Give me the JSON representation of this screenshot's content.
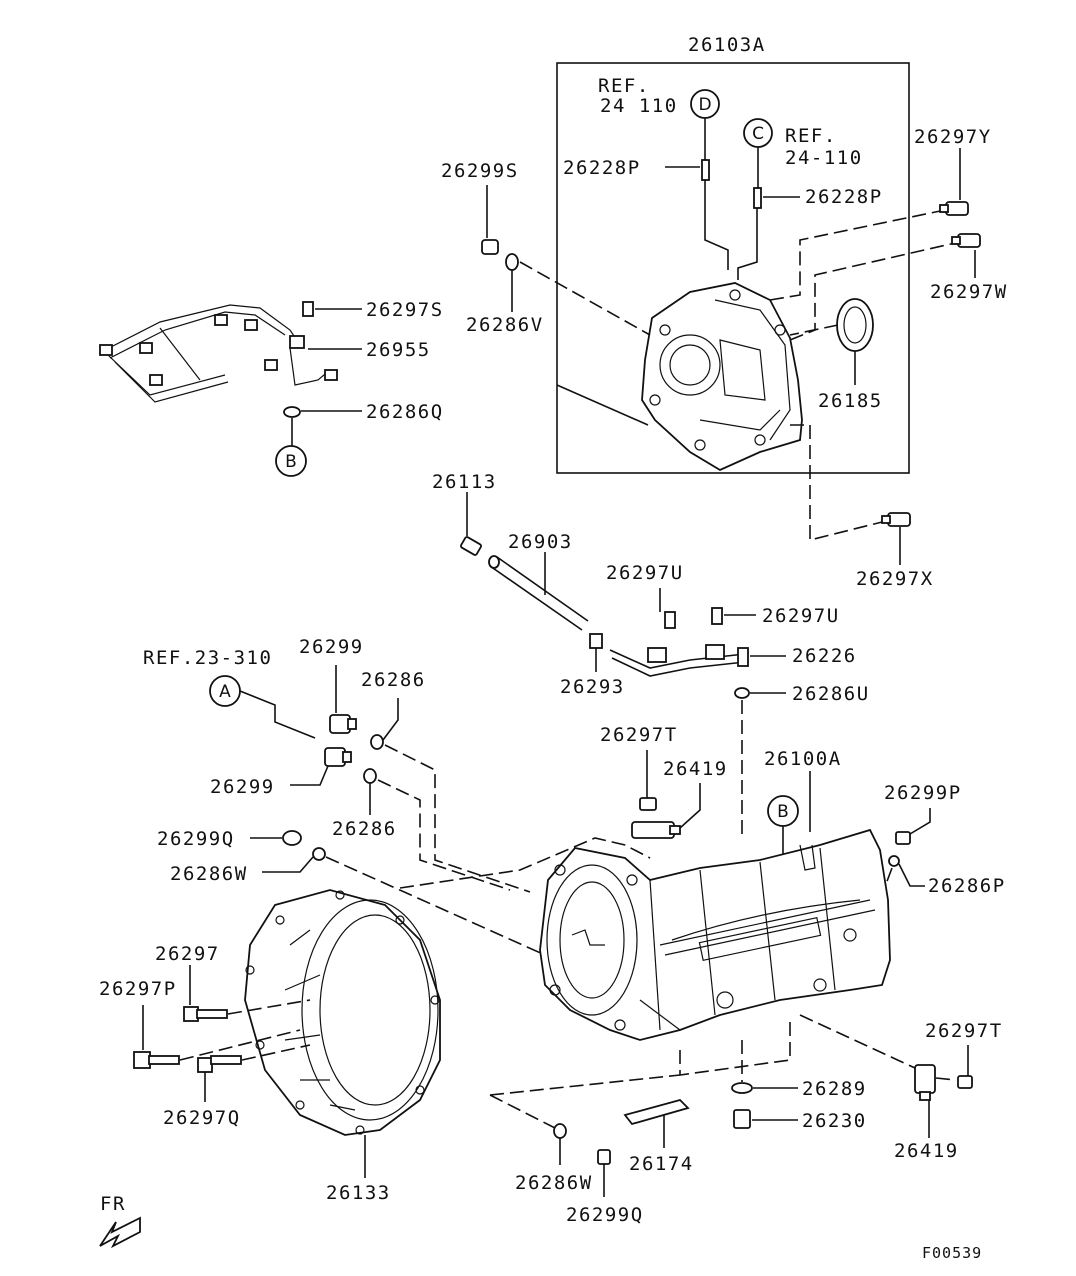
{
  "labels": {
    "p26103A": "26103A",
    "ref24_110_d": "REF.",
    "ref24_110_d2": "24 110",
    "ref24_110_c": "REF.",
    "ref24_110_c2": "24-110",
    "p26228P_left": "26228P",
    "p26228P_right": "26228P",
    "p26297Y": "26297Y",
    "p26299S": "26299S",
    "p26297W": "26297W",
    "p26297S": "26297S",
    "p26955": "26955",
    "p26286V": "26286V",
    "p26185": "26185",
    "p26286Q": "26286Q",
    "p26113": "26113",
    "p26903": "26903",
    "p26297X": "26297X",
    "p26297U_top": "26297U",
    "p26297U_right": "26297U",
    "p26226": "26226",
    "p26293": "26293",
    "p26286U": "26286U",
    "ref23_310": "REF.23-310",
    "p26299_top": "26299",
    "p26286_top": "26286",
    "p26299_mid": "26299",
    "p26286_mid": "26286",
    "p26297T_top": "26297T",
    "p26419_top": "26419",
    "p26100A": "26100A",
    "p26299P": "26299P",
    "p26299Q_left": "26299Q",
    "p26286W_left": "26286W",
    "p26286P": "26286P",
    "p26297": "26297",
    "p26297P": "26297P",
    "p26297Q": "26297Q",
    "p26297T_right": "26297T",
    "p26289": "26289",
    "p26230": "26230",
    "p26419_right": "26419",
    "p26174": "26174",
    "p26286W_bottom": "26286W",
    "p26299Q_bottom": "26299Q",
    "p26133": "26133",
    "fr": "FR",
    "figure_id": "F00539"
  },
  "callouts": {
    "A": "A",
    "B_left": "B",
    "B_right": "B",
    "C": "C",
    "D": "D"
  }
}
